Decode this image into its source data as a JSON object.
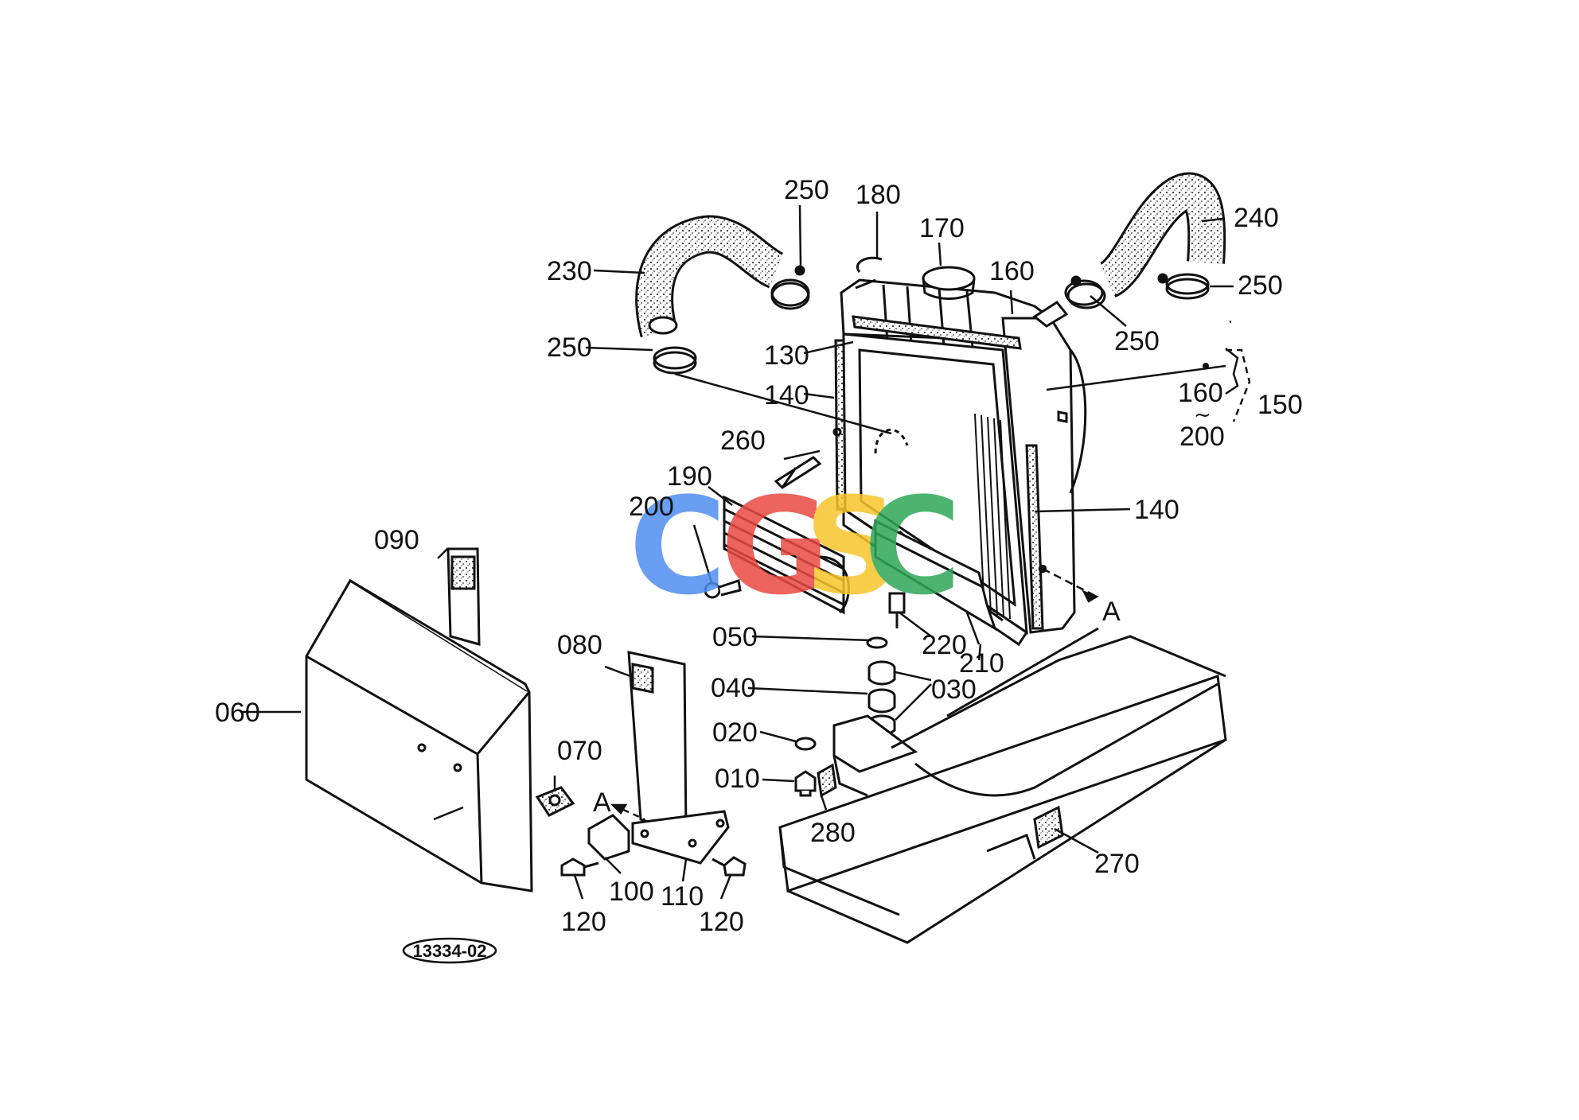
{
  "diagram": {
    "labels": {
      "p010": "010",
      "p020": "020",
      "p030": "030",
      "p040": "040",
      "p050": "050",
      "p060": "060",
      "p070": "070",
      "p080": "080",
      "p090": "090",
      "p100": "100",
      "p110": "110",
      "p120a": "120",
      "p120b": "120",
      "p130": "130",
      "p140a": "140",
      "p140b": "140",
      "p150": "150",
      "p160a": "160",
      "p160b": "160",
      "p170": "170",
      "p180": "180",
      "p190": "190",
      "p200a": "200",
      "p200b": "200",
      "p210": "210",
      "p220": "220",
      "p230": "230",
      "p240": "240",
      "p250a": "250",
      "p250b": "250",
      "p250c": "250",
      "p250d": "250",
      "p260": "260",
      "p270": "270",
      "p280": "280",
      "viewA1": "A",
      "viewA2": "A",
      "range_tilde": "~"
    },
    "reference_code": "13334-02",
    "watermark": {
      "letters": [
        "C",
        "G",
        "S",
        "C"
      ],
      "colors": [
        "#4f8ef0",
        "#ea4a43",
        "#f7c52b",
        "#2fa858"
      ]
    }
  }
}
